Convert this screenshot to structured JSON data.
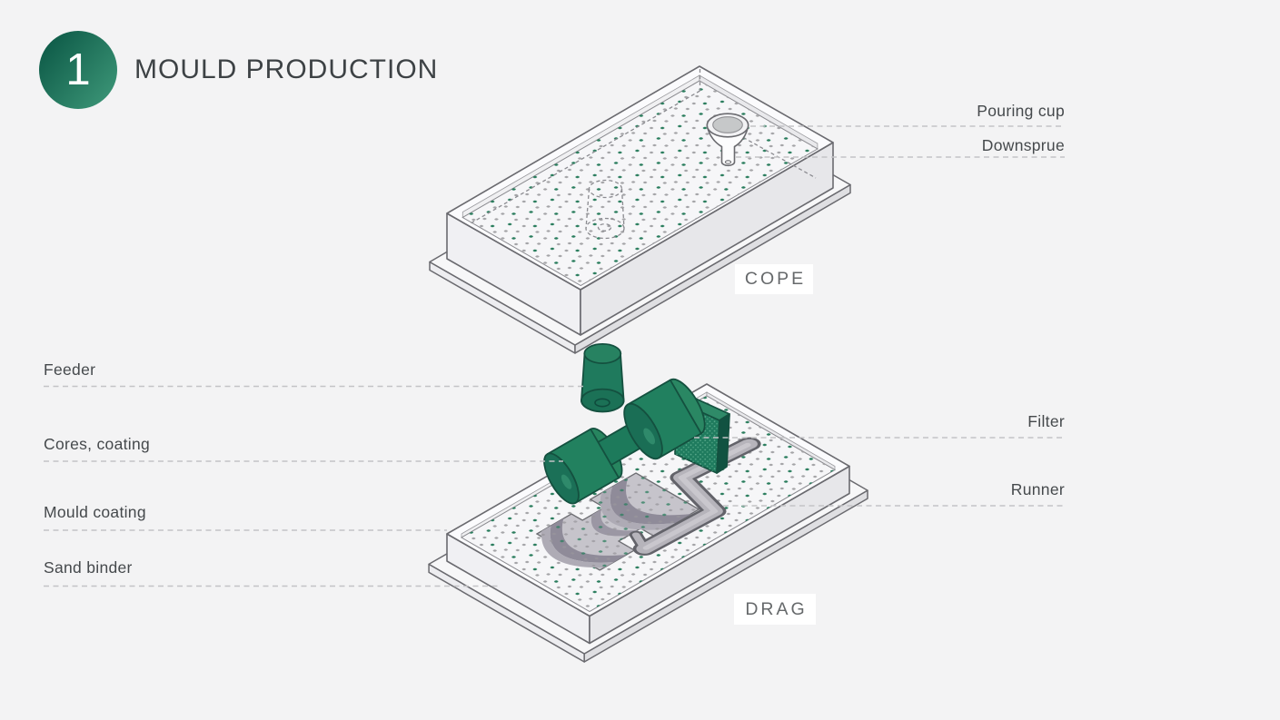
{
  "page": {
    "background": "#f3f3f4"
  },
  "header": {
    "step_number": "1",
    "title": "MOULD PRODUCTION"
  },
  "diagram": {
    "box_labels": {
      "cope": "COPE",
      "drag": "DRAG"
    },
    "left_labels": [
      {
        "text": "Feeder"
      },
      {
        "text": "Cores, coating"
      },
      {
        "text": "Mould coating"
      },
      {
        "text": "Sand binder"
      }
    ],
    "right_labels": [
      {
        "text": "Pouring cup"
      },
      {
        "text": "Downsprue"
      },
      {
        "text": "Filter"
      },
      {
        "text": "Runner"
      }
    ],
    "colors": {
      "accent_green": "#1f7b5e",
      "accent_green_dark": "#14503f",
      "badge_gradient_start": "#0e5b48",
      "badge_gradient_end": "#3a9375",
      "outline_gray": "#6a6a6f",
      "dash_gray": "#c3c3c6",
      "sand_dot_green": "#2a7d5d",
      "sand_dot_gray": "#a4a4a7",
      "cavity_gray": "#c6c4cb"
    }
  }
}
